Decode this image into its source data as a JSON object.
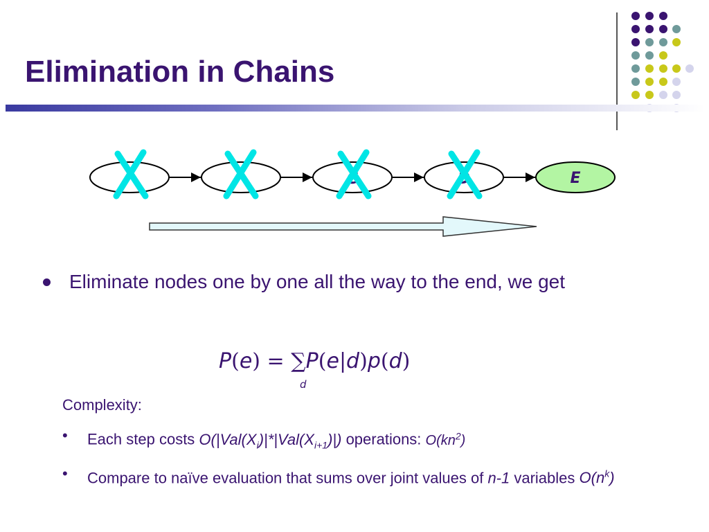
{
  "slide": {
    "title": "Elimination in Chains",
    "accent_color": "#3a1470"
  },
  "diagram": {
    "nodes": [
      {
        "label": "",
        "eliminated": true
      },
      {
        "label": "",
        "eliminated": true
      },
      {
        "label": "C",
        "eliminated": true
      },
      {
        "label": "D",
        "eliminated": true
      },
      {
        "label": "E",
        "eliminated": false,
        "fill": "#b3f5a3"
      }
    ],
    "cross_color": "#00e5e5",
    "flow_arrow_fill": "#e3f8fb"
  },
  "bullet": {
    "text": "Eliminate nodes one by one all the way to the end, we get"
  },
  "formula": {
    "lhs_p": "P",
    "lhs_e": "e",
    "eq": "=",
    "sum": "∑",
    "rhs_p": "P",
    "rhs_e": "e",
    "bar": "|",
    "rhs_d": "d",
    "p2": "p",
    "d2": "d",
    "sum_index": "d"
  },
  "complexity": {
    "label": "Complexity:",
    "items": [
      {
        "bullet": "•",
        "text_prefix": "Each step costs ",
        "cost_a": "O(|Val(X",
        "sub_i": "i",
        "cost_b": ")|*|Val(X",
        "sub_i1": "i+1",
        "cost_c": ")|)",
        "text_mid": " operations: ",
        "order_a": "O(kn",
        "order_sup": "2",
        "order_b": ")"
      },
      {
        "bullet": "•",
        "text_prefix": "Compare to naïve evaluation that sums over joint values of ",
        "nvar": "n-1",
        "text_mid": " variables ",
        "order_a": "O(n",
        "order_sup": "k",
        "order_b": ")"
      }
    ]
  }
}
